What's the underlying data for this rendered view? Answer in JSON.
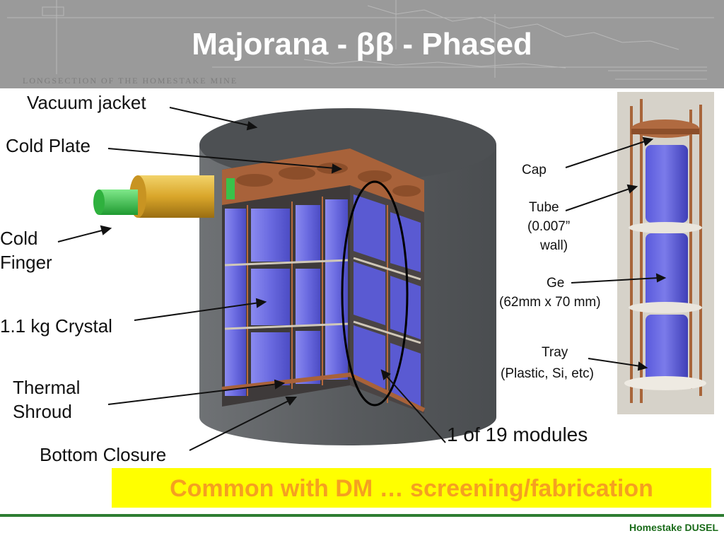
{
  "header": {
    "title": "Majorana - ββ - Phased",
    "background_caption": "LONGSECTION OF THE HOMESTAKE MINE"
  },
  "diagram": {
    "labels": {
      "vacuum_jacket": "Vacuum jacket",
      "cold_plate": "Cold Plate",
      "cold_finger_line1": "Cold",
      "cold_finger_line2": "Finger",
      "crystal": "1.1 kg Crystal",
      "thermal_shroud_line1": "Thermal",
      "thermal_shroud_line2": "Shroud",
      "bottom_closure": "Bottom Closure",
      "modules": "1 of 19 modules"
    },
    "module_labels": {
      "cap": "Cap",
      "tube_line1": "Tube",
      "tube_line2": "(0.007”",
      "tube_line3": "wall)",
      "ge_line1": "Ge",
      "ge_line2": "(62mm x 70 mm)",
      "tray_line1": "Tray",
      "tray_line2": "(Plastic, Si, etc)"
    },
    "colors": {
      "jacket": "#5b5e60",
      "copper": "#a8623a",
      "crystal": "#6a6ae0",
      "finger_gold": "#d9a62a",
      "finger_green": "#39c24a"
    }
  },
  "callout": {
    "text": "Common with DM … screening/fabrication",
    "background": "#ffff00",
    "text_color": "#f5a020"
  },
  "footer": {
    "text": "Homestake DUSEL",
    "rule_color": "#2e7d32"
  }
}
